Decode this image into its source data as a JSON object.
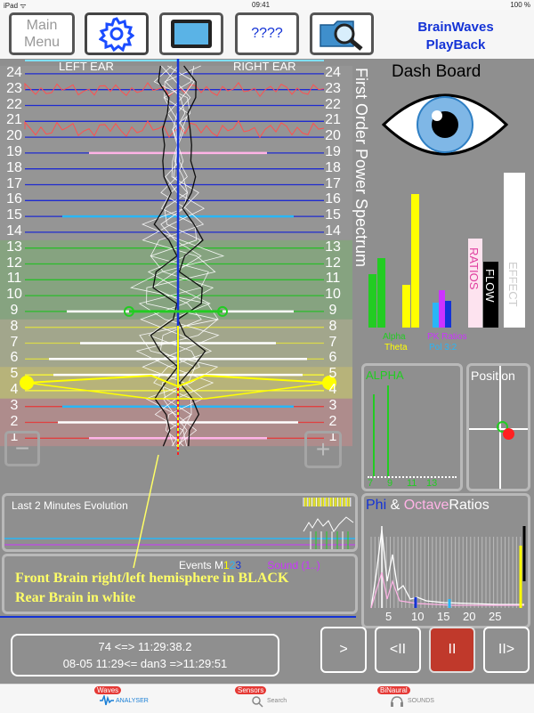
{
  "status": {
    "time": "09:41",
    "battery": "100 %"
  },
  "toolbar": {
    "main_menu": "Main\nMenu",
    "help_label": "????",
    "title_line1": "BrainWaves",
    "title_line2": "PlayBack"
  },
  "spectrum": {
    "left_ear": "LEFT EAR",
    "right_ear": "RIGHT EAR",
    "title": "First Order Power Spectrum",
    "rows": [
      "24",
      "23",
      "22",
      "21",
      "20",
      "19",
      "18",
      "17",
      "16",
      "15",
      "14",
      "13",
      "12",
      "11",
      "10",
      "9",
      "8",
      "7",
      "6",
      "5",
      "4",
      "3",
      "2",
      "1"
    ]
  },
  "dashboard": {
    "title": "Dash Board",
    "bar_labels": {
      "ratios": "RATIOS",
      "flow": "FLOW",
      "effect": "EFFECT"
    },
    "legend": {
      "alpha": "Alpha",
      "theta": "Theta",
      "pk_ratios": "PK Ratios",
      "pol": "Pol 3:2"
    }
  },
  "alpha_panel": {
    "title": "ALPHA",
    "ticks": [
      "7",
      "9",
      "11",
      "13"
    ]
  },
  "position_panel": {
    "title": "Position"
  },
  "phi_panel": {
    "phi": "Phi",
    "amp": "&",
    "octave": "Octave",
    "ratios": "Ratios",
    "ticks": [
      "5",
      "10",
      "15",
      "20",
      "25"
    ]
  },
  "evolution": {
    "title": "Last 2 Minutes Evolution"
  },
  "events": {
    "label_prefix": "Events M",
    "m1": "1",
    "m2": "2",
    "m3": "3",
    "sound": "Sound (1..)"
  },
  "annotation": {
    "line1": "Front Brain right/left hemisphere in BLACK",
    "line2": "Rear Brain in white"
  },
  "minus_label": "−",
  "plus_label": "+",
  "playback": {
    "line1": "74 <=> 11:29:38.2",
    "line2": "08-05 11:29<= dan3 =>11:29:51"
  },
  "controls": {
    "next": ">",
    "rewind": "<II",
    "pause": "II",
    "forward": "II>"
  },
  "tabs": [
    {
      "badge": "Waves",
      "label": "ANALYSER"
    },
    {
      "badge": "Sensors",
      "label": "Search"
    },
    {
      "badge": "BiNaural",
      "label": "SOUNDS"
    }
  ],
  "colors": {
    "background": "#8f8f8f",
    "accent_blue": "#1433d6",
    "yellow": "#ffff00",
    "green": "#22cc22",
    "magenta": "#cc33ff",
    "pause_red": "#c0392b"
  }
}
